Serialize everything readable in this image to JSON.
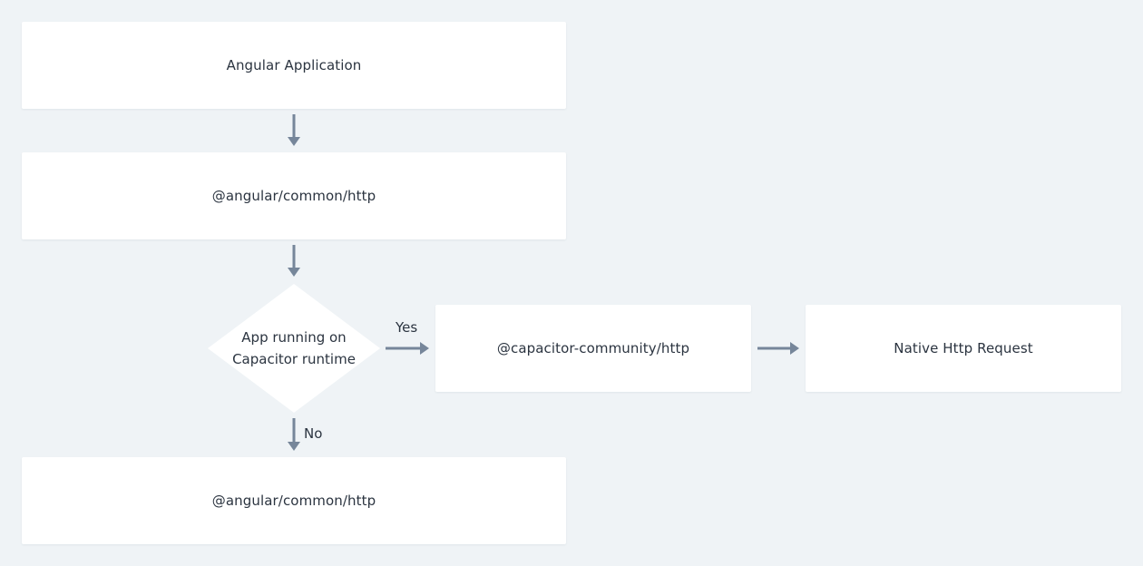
{
  "diagram": {
    "nodes": {
      "angular_app": "Angular Application",
      "common_http_top": "@angular/common/http",
      "decision_line1": "App running on",
      "decision_line2": "Capacitor runtime",
      "capacitor_http": "@capacitor-community/http",
      "native_request": "Native Http Request",
      "common_http_bottom": "@angular/common/http"
    },
    "edges": {
      "yes_label": "Yes",
      "no_label": "No"
    },
    "colors": {
      "background": "#eff3f6",
      "node_fill": "#ffffff",
      "arrow": "#76869a",
      "text": "#2b3440"
    }
  }
}
